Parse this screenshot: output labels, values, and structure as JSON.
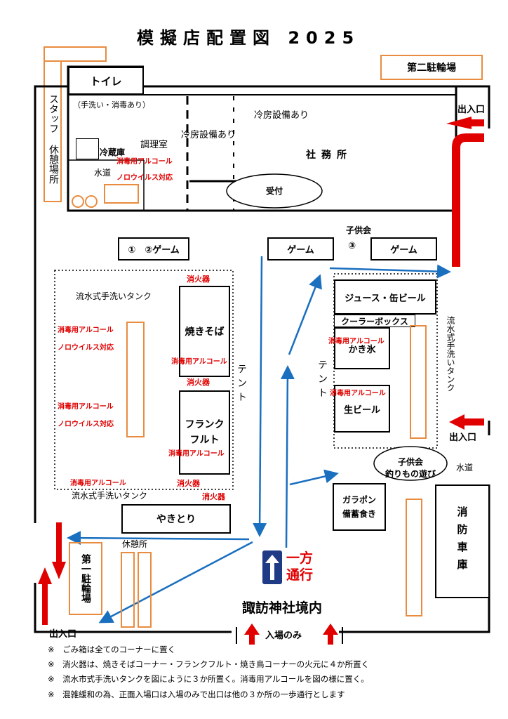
{
  "title": "模擬店配置図 2025",
  "areas": {
    "staff_rest": "スタッフ 休憩場所",
    "second_parking": "第二駐輪場",
    "toilet": "トイレ",
    "kitchen_note": "（手洗い・消毒あり）",
    "ac_1": "冷房設備あり",
    "ac_2": "冷房設備あり",
    "kitchen": "調理室",
    "office": "社務所",
    "fridge": "冷蔵庫",
    "sink": "水道",
    "reception": "受付",
    "water": "水道",
    "fire_garage": "消防車庫",
    "first_parking": "第一駐輪場",
    "rest_area": "休憩所",
    "shrine": "諏訪神社境内"
  },
  "booths": {
    "game12": "①　②ゲーム",
    "game": "ゲーム",
    "kids_label": "子供会",
    "game3": "③",
    "yakisoba": "焼きそば",
    "frankfurt": "フランク\nフルト",
    "yakitori": "やきとり",
    "juice_beer": "ジュース・缶ビール",
    "cooler_box": "クーラーボックス",
    "kakigori": "かき氷",
    "draft_beer": "生ビール",
    "kids_fishing": "子供会\n釣りもの遊び",
    "garapon": "ガラポン\n備蓄食き"
  },
  "labels": {
    "alcohol": "消毒用アルコール",
    "norovirus": "ノロウイルス対応",
    "extinguisher": "消火器",
    "hand_tank": "流水式手洗いタンク",
    "tent": "テント",
    "exit": "出入口",
    "one_way_1": "一方",
    "one_way_2": "通行",
    "entrance_only": "入場のみ"
  },
  "notes": [
    "※　ごみ箱は全てのコーナーに置く",
    "※　消火器は、焼きそばコーナー・フランクフルト・焼き鳥コーナーの火元に４か所置く",
    "※　流水市式手洗いタンクを図にように３か所置く。消毒用アルコールを図の様に置く。",
    "※　混雑緩和の為、正面入場口は入場のみで出口は他の３か所の一歩通行とします"
  ],
  "colors": {
    "accent_red": "#e00000",
    "tank_orange": "#e98c3f",
    "flow_blue": "#1a6fbf",
    "sign_blue": "#1f3b86"
  }
}
